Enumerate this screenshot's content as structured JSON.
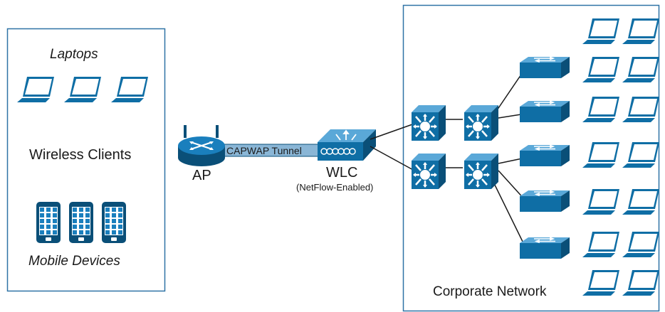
{
  "labels": {
    "laptops": "Laptops",
    "wireless_clients": "Wireless Clients",
    "mobile_devices": "Mobile Devices",
    "ap": "AP",
    "capwap_tunnel": "CAPWAP Tunnel",
    "wlc": "WLC",
    "netflow": "(NetFlow-Enabled)",
    "corporate_network": "Corporate Network"
  },
  "colors": {
    "device_blue": "#0f6ea5",
    "device_dark": "#0a4f78",
    "box_border": "#2f73a6",
    "tunnel_fill": "#8ab6d6",
    "link": "#1a1a1a"
  },
  "icons": {
    "laptop": "laptop-icon",
    "phone": "mobile-phone-icon",
    "ap": "access-point-icon",
    "wlc": "wireless-lan-controller-icon",
    "core_switch": "layer3-switch-icon",
    "access_switch": "access-switch-icon"
  }
}
